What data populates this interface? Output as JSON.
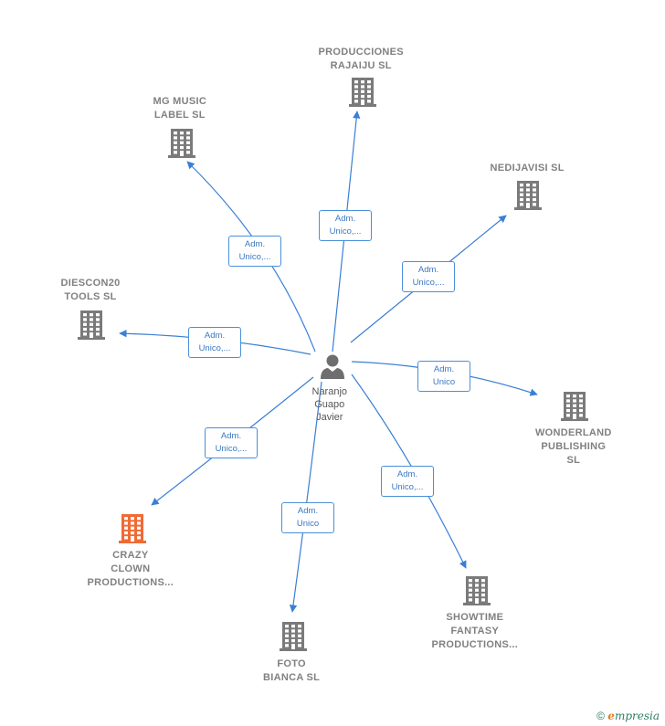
{
  "center": {
    "name_lines": [
      "Naranjo",
      "Guapo",
      "Javier"
    ],
    "icon": "person-icon"
  },
  "nodes": [
    {
      "id": "producciones-rajaiju",
      "lines": [
        "PRODUCCIONES",
        "RAJAIJU  SL"
      ],
      "icon": "building-icon",
      "highlight": false,
      "edge": [
        "Adm.",
        "Unico,..."
      ]
    },
    {
      "id": "mg-music-label",
      "lines": [
        "MG MUSIC",
        "LABEL  SL"
      ],
      "icon": "building-icon",
      "highlight": false,
      "edge": [
        "Adm.",
        "Unico,..."
      ]
    },
    {
      "id": "nedijavisi",
      "lines": [
        "NEDIJAVISI  SL"
      ],
      "icon": "building-icon",
      "highlight": false,
      "edge": [
        "Adm.",
        "Unico,..."
      ]
    },
    {
      "id": "diescon20-tools",
      "lines": [
        "DIESCON20",
        "TOOLS  SL"
      ],
      "icon": "building-icon",
      "highlight": false,
      "edge": [
        "Adm.",
        "Unico,..."
      ]
    },
    {
      "id": "wonderland-publishing",
      "lines": [
        "WONDERLAND",
        "PUBLISHING",
        "SL"
      ],
      "icon": "building-icon",
      "highlight": false,
      "edge": [
        "Adm.",
        "Unico"
      ]
    },
    {
      "id": "crazy-clown-productions",
      "lines": [
        "CRAZY",
        "CLOWN",
        "PRODUCTIONS..."
      ],
      "icon": "building-icon",
      "highlight": true,
      "edge": [
        "Adm.",
        "Unico,..."
      ]
    },
    {
      "id": "showtime-fantasy-productions",
      "lines": [
        "SHOWTIME",
        "FANTASY",
        "PRODUCTIONS..."
      ],
      "icon": "building-icon",
      "highlight": false,
      "edge": [
        "Adm.",
        "Unico,..."
      ]
    },
    {
      "id": "foto-bianca",
      "lines": [
        "FOTO",
        "BIANCA SL"
      ],
      "icon": "building-icon",
      "highlight": false,
      "edge": [
        "Adm.",
        "Unico"
      ]
    }
  ],
  "colors": {
    "edge": "#3a7fd5",
    "building": "#7a7a7a",
    "building_highlight": "#f06a35",
    "person": "#6e6e6e"
  },
  "footer": {
    "copyright": "©",
    "brand_first": "e",
    "brand_rest": "mpresia"
  }
}
